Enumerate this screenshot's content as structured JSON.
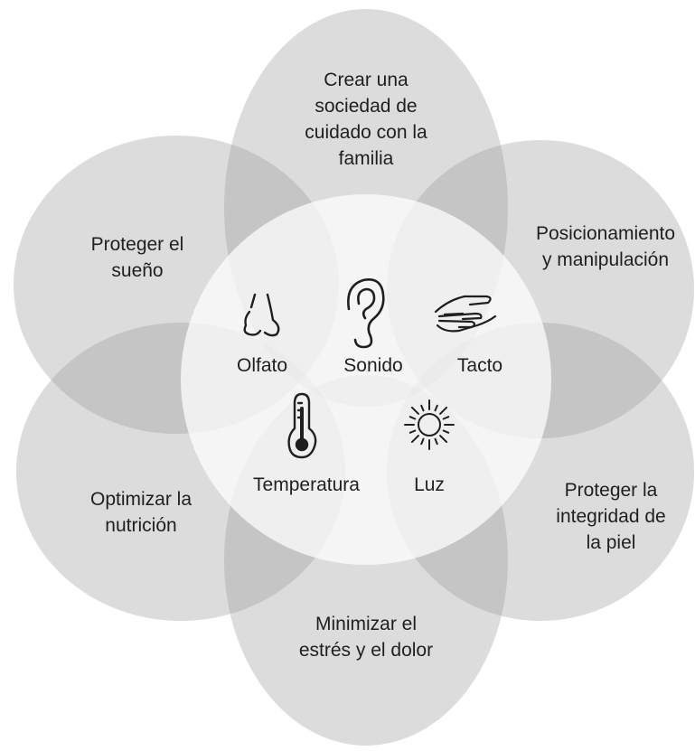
{
  "petals": [
    {
      "id": "family",
      "label": "Crear una\nsociedad de\ncuidado con la\nfamilia"
    },
    {
      "id": "positioning",
      "label": "Posicionamiento\ny manipulación"
    },
    {
      "id": "skin",
      "label": "Proteger la\nintegridad de\nla piel"
    },
    {
      "id": "stress",
      "label": "Minimizar el\nestrés y el dolor"
    },
    {
      "id": "nutrition",
      "label": "Optimizar la\nnutrición"
    },
    {
      "id": "sleep",
      "label": "Proteger el\nsueño"
    }
  ],
  "senses": [
    {
      "id": "smell",
      "label": "Olfato",
      "icon": "nose-icon"
    },
    {
      "id": "sound",
      "label": "Sonido",
      "icon": "ear-icon"
    },
    {
      "id": "touch",
      "label": "Tacto",
      "icon": "hand-icon"
    },
    {
      "id": "temperature",
      "label": "Temperatura",
      "icon": "thermometer-icon"
    },
    {
      "id": "light",
      "label": "Luz",
      "icon": "sun-icon"
    }
  ],
  "colors": {
    "petal_fill": "#9a9a9a",
    "center_fill": "#f0f0f0",
    "text": "#1f1f1f"
  }
}
